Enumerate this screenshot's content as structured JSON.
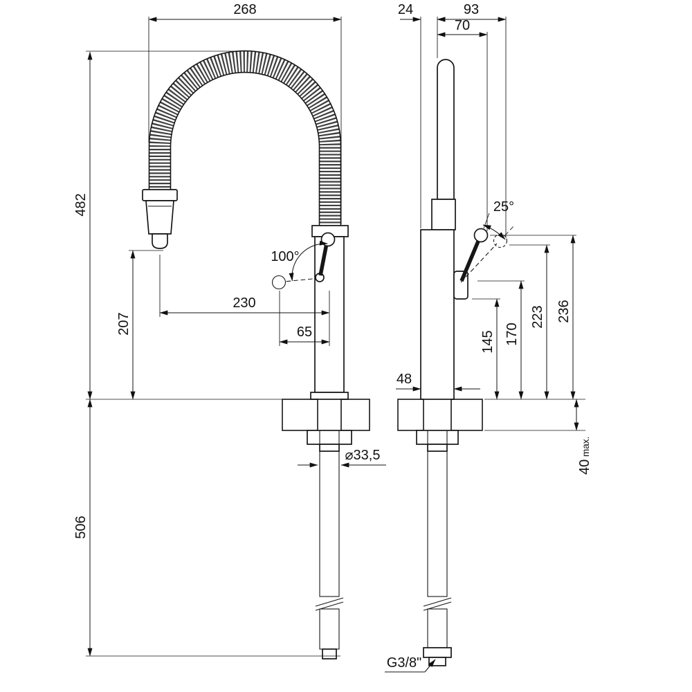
{
  "drawing": {
    "type": "faucet-installation-dimension-drawing",
    "views": {
      "left": "front view",
      "right": "side view"
    }
  },
  "colors": {
    "ink": "#111111",
    "background": "#ffffff",
    "coil": "#3f3f3f"
  },
  "dims": {
    "w268": "268",
    "h482": "482",
    "h207": "207",
    "w230": "230",
    "w65": "65",
    "a100": "100°",
    "h506": "506",
    "dia335": "⌀33,5",
    "w24": "24",
    "w93": "93",
    "w70": "70",
    "a25": "25°",
    "h145": "145",
    "h170": "170",
    "h223": "223",
    "h236": "236",
    "w48": "48",
    "h40": "40",
    "h40suffix": "max.",
    "thread": "G3/8\""
  }
}
